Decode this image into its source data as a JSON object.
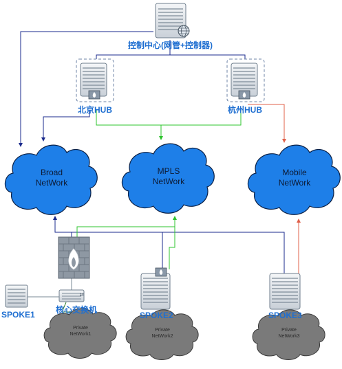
{
  "control_center": {
    "label": "控制中心(网管+控制器)"
  },
  "hubs": {
    "beijing": "北京HUB",
    "hangzhou": "杭州HUB"
  },
  "networks": {
    "broad": [
      "Broad",
      "NetWork"
    ],
    "mpls": [
      "MPLS",
      "NetWork"
    ],
    "mobile": [
      "Mobile",
      "NetWork"
    ]
  },
  "core_switch": {
    "label": "核心交换机"
  },
  "spokes": {
    "spoke1": "SPOKE1",
    "spoke2": "SPOKE2",
    "spoke3": "SPOKE3"
  },
  "private_networks": {
    "pn1": [
      "Private",
      "NetWork1"
    ],
    "pn2": [
      "Private",
      "NetWork2"
    ],
    "pn3": [
      "Private",
      "NetWork3"
    ]
  },
  "colors": {
    "cloud_fill": "#1e7fe8",
    "cloud_stroke": "#0a1f44",
    "private_cloud": "#7a7a7a",
    "line_blue": "#1a2a8c",
    "line_green": "#2ec42e",
    "line_red": "#e0604a",
    "label_blue": "#1f6fd1"
  }
}
